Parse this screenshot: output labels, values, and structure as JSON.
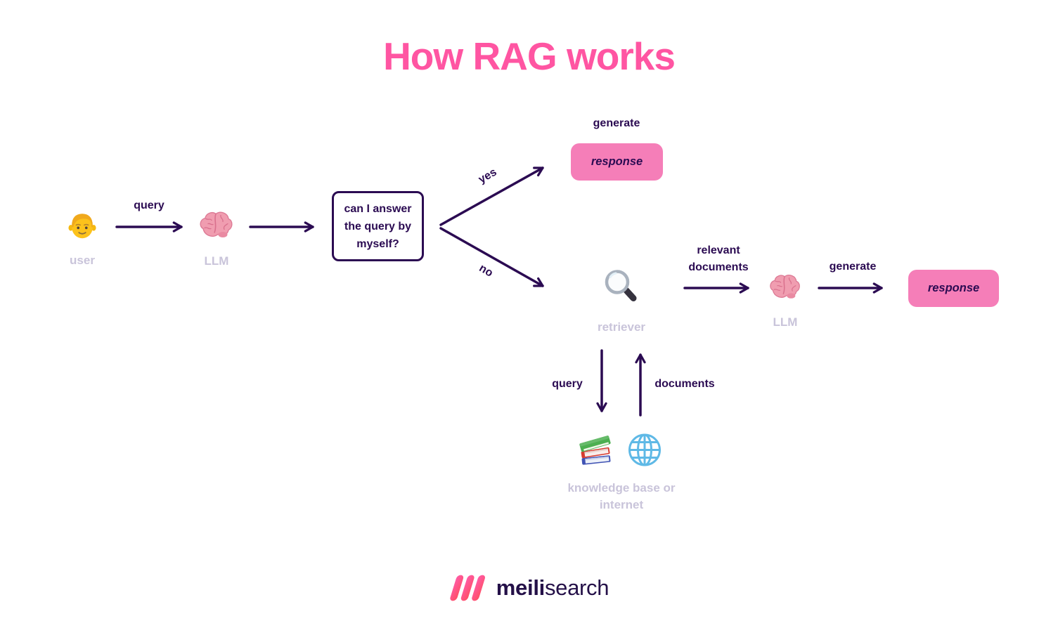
{
  "title": "How RAG works",
  "colors": {
    "title_pink": "#FF55A2",
    "arrow_dark_purple": "#2B0B52",
    "node_label_lavender": "#C9C4DA",
    "response_box_pink": "#F57EB8",
    "globe_blue": "#5FB9E6",
    "logo_gradient_start": "#FF5CAA",
    "logo_gradient_end": "#FF4E62"
  },
  "icons": {
    "user": "man-emoji",
    "llm": "brain-emoji",
    "llm2": "brain-emoji",
    "retriever": "magnifying-glass-emoji",
    "knowledge_base": "books-emoji",
    "internet": "globe-emoji",
    "brand": "meilisearch-triple-stripe-logo"
  },
  "nodes": {
    "user_label": "user",
    "llm_label": "LLM",
    "decision_question": "can I answer the query by myself?",
    "retriever_label": "retriever",
    "llm2_label": "LLM",
    "knowledge_base_label": "knowledge base or internet"
  },
  "edges": {
    "query_label": "query",
    "yes_label": "yes",
    "no_label": "no",
    "generate_label": "generate",
    "relevant_documents_label": "relevant documents",
    "generate2_label": "generate",
    "kb_query_label": "query",
    "kb_documents_label": "documents"
  },
  "boxes": {
    "response_label": "response",
    "response2_label": "response"
  },
  "footer": {
    "brand_bold": "meili",
    "brand_regular": "search"
  }
}
